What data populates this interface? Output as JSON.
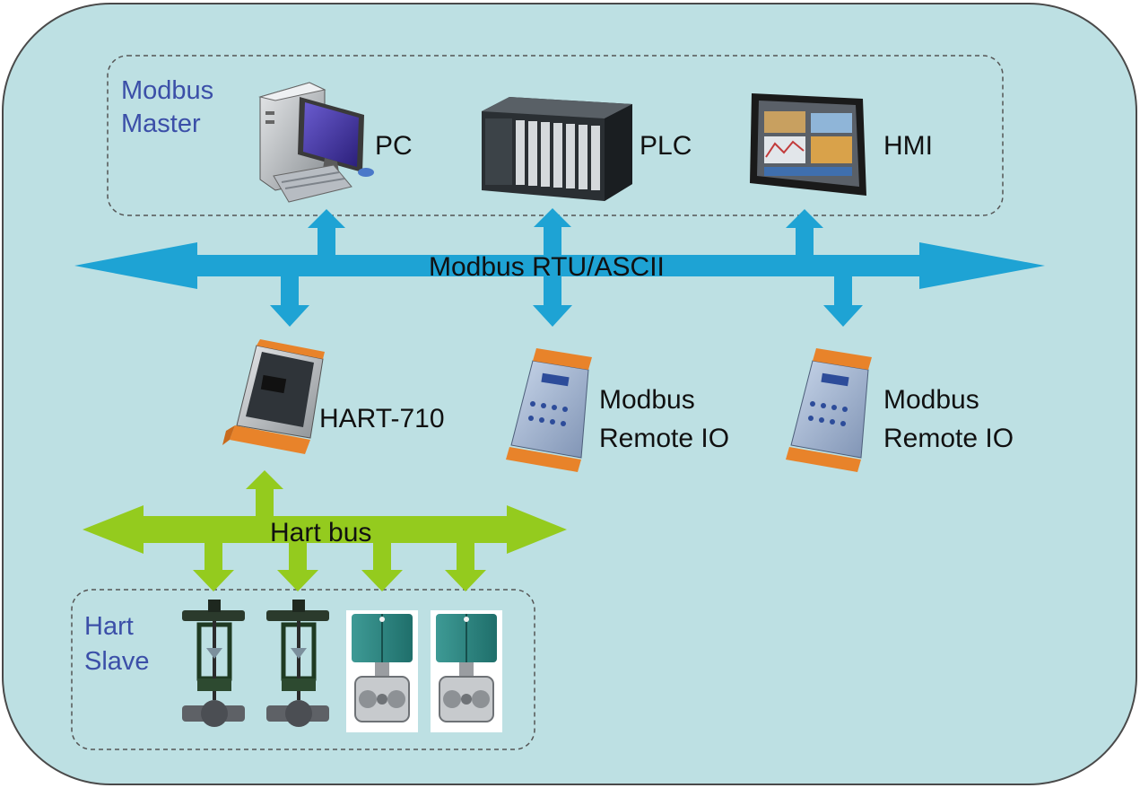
{
  "colors": {
    "background": "#bde0e3",
    "border": "#4a4a4a",
    "modbus_bus": "#1ea3d4",
    "hart_bus": "#94cb1e",
    "group_label": "#3b4fa8",
    "text": "#111111"
  },
  "master_group": {
    "line1": "Modbus",
    "line2": "Master"
  },
  "slave_group": {
    "line1": "Hart",
    "line2": "Slave"
  },
  "devices": {
    "pc": {
      "label": "PC",
      "icon": "desktop-computer-icon"
    },
    "plc": {
      "label": "PLC",
      "icon": "plc-rack-icon"
    },
    "hmi": {
      "label": "HMI",
      "icon": "touch-panel-icon"
    },
    "hart710": {
      "label": "HART-710",
      "icon": "gateway-module-icon"
    },
    "rio1": {
      "line1": "Modbus",
      "line2": "Remote IO",
      "icon": "io-module-icon"
    },
    "rio2": {
      "line1": "Modbus",
      "line2": "Remote IO",
      "icon": "io-module-icon"
    }
  },
  "buses": {
    "modbus": {
      "label": "Modbus RTU/ASCII"
    },
    "hart": {
      "label": "Hart bus"
    }
  },
  "hart_slaves": [
    {
      "icon": "control-valve-icon"
    },
    {
      "icon": "control-valve-icon"
    },
    {
      "icon": "pressure-transmitter-icon"
    },
    {
      "icon": "pressure-transmitter-icon"
    }
  ]
}
